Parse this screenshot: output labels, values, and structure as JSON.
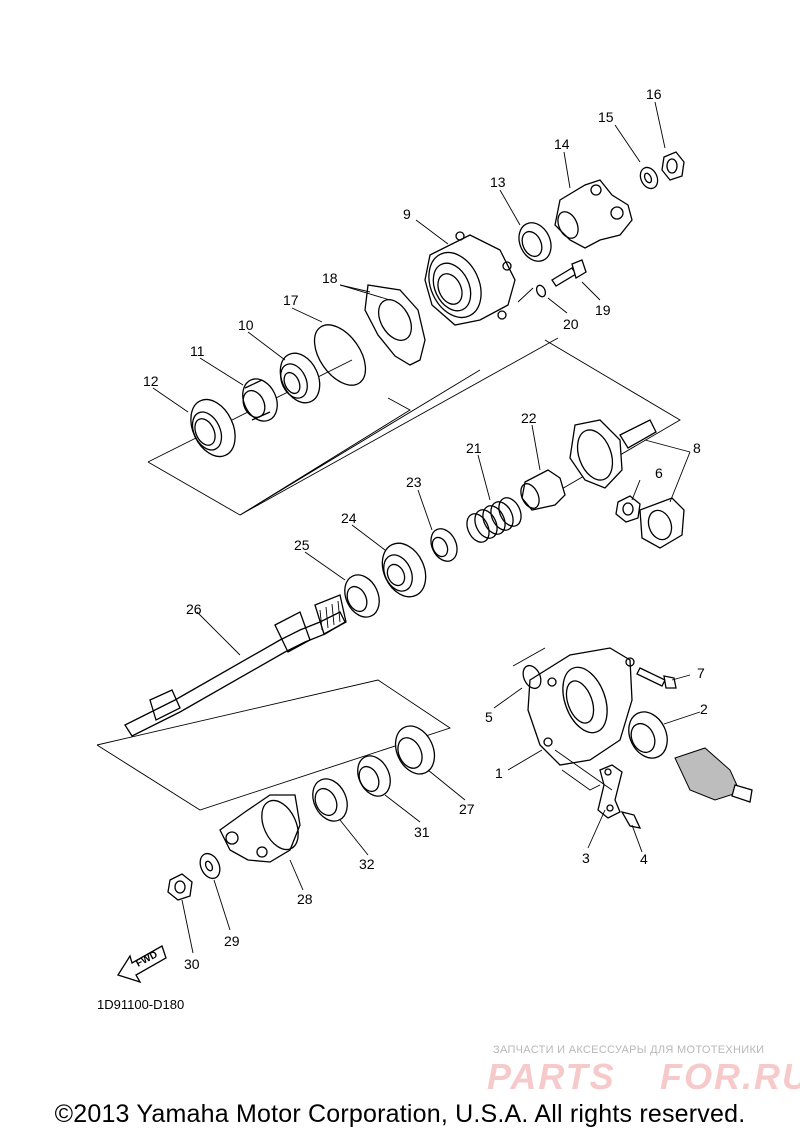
{
  "diagram": {
    "parts": [
      {
        "id": "1",
        "label": "1"
      },
      {
        "id": "2",
        "label": "2"
      },
      {
        "id": "3",
        "label": "3"
      },
      {
        "id": "4",
        "label": "4"
      },
      {
        "id": "5",
        "label": "5"
      },
      {
        "id": "6",
        "label": "6"
      },
      {
        "id": "7",
        "label": "7"
      },
      {
        "id": "8",
        "label": "8"
      },
      {
        "id": "9",
        "label": "9"
      },
      {
        "id": "10",
        "label": "10"
      },
      {
        "id": "11",
        "label": "11"
      },
      {
        "id": "12",
        "label": "12"
      },
      {
        "id": "13",
        "label": "13"
      },
      {
        "id": "14",
        "label": "14"
      },
      {
        "id": "15",
        "label": "15"
      },
      {
        "id": "16",
        "label": "16"
      },
      {
        "id": "17",
        "label": "17"
      },
      {
        "id": "18",
        "label": "18"
      },
      {
        "id": "19",
        "label": "19"
      },
      {
        "id": "20",
        "label": "20"
      },
      {
        "id": "21",
        "label": "21"
      },
      {
        "id": "22",
        "label": "22"
      },
      {
        "id": "23",
        "label": "23"
      },
      {
        "id": "24",
        "label": "24"
      },
      {
        "id": "25",
        "label": "25"
      },
      {
        "id": "26",
        "label": "26"
      },
      {
        "id": "27",
        "label": "27"
      },
      {
        "id": "28",
        "label": "28"
      },
      {
        "id": "29",
        "label": "29"
      },
      {
        "id": "30",
        "label": "30"
      },
      {
        "id": "31",
        "label": "31"
      },
      {
        "id": "32",
        "label": "32"
      }
    ],
    "fwd_label": "FWD",
    "diagram_code": "1D91100-D180"
  },
  "watermark": {
    "subtitle": "ЗАПЧАСТИ И АКСЕССУАРЫ ДЛЯ МОТОТЕХНИКИ",
    "brand_part1": "PARTS",
    "brand_part2": "FOR.RU"
  },
  "footer": {
    "copyright": "©2013 Yamaha Motor Corporation, U.S.A. All rights reserved."
  }
}
